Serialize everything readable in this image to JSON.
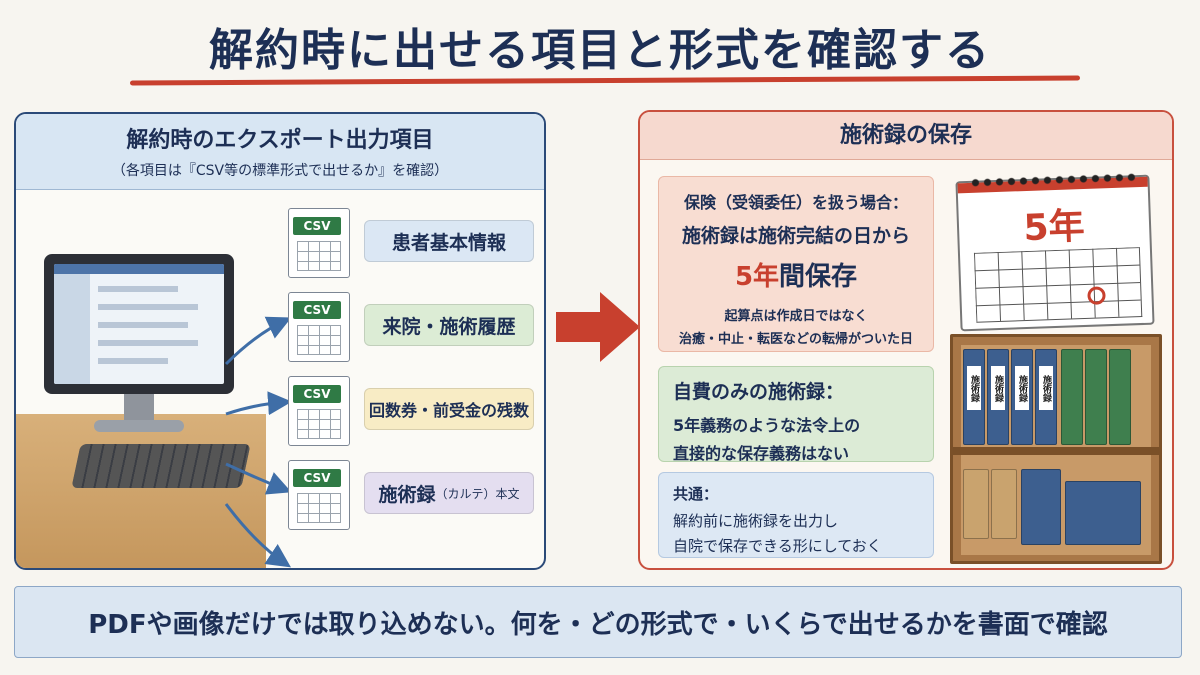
{
  "title": "解約時に出せる項目と形式を確認する",
  "left_panel": {
    "heading": "解約時のエクスポート出力項目",
    "subheading": "（各項目は『CSV等の標準形式で出せるか』を確認）",
    "file_tag": "CSV",
    "items": [
      {
        "label": "患者基本情報",
        "note": "",
        "color": "#dbe7f4"
      },
      {
        "label": "来院・施術履歴",
        "note": "",
        "color": "#dcecd5"
      },
      {
        "label": "回数券・前受金の残数",
        "note": "",
        "color": "#f8ecc5"
      },
      {
        "label": "施術録",
        "note": "（カルテ）本文",
        "color": "#e4def0"
      }
    ]
  },
  "right_panel": {
    "heading": "施術録の保存",
    "insurance": {
      "line1": "保険（受領委任）を扱う場合：",
      "line2": "施術録は施術完結の日から",
      "line3_red": "5年",
      "line3_rest": "間保存",
      "line4": "起算点は作成日ではなく",
      "line5": "治癒・中止・転医などの転帰がついた日"
    },
    "self_pay": {
      "title": "自費のみの施術録：",
      "line1": "5年義務のような法令上の",
      "line2": "直接的な保存義務はない"
    },
    "common": {
      "title": "共通：",
      "line1": "解約前に施術録を出力し",
      "line2": "自院で保存できる形にしておく"
    },
    "calendar_year": "5年",
    "binder_label": "施術録"
  },
  "banner": "PDFや画像だけでは取り込めない。何を・どの形式で・いくらで出せるかを書面で確認",
  "colors": {
    "navy": "#1d2f55",
    "accent_red": "#c8402e",
    "csv_green": "#2f7a45"
  }
}
